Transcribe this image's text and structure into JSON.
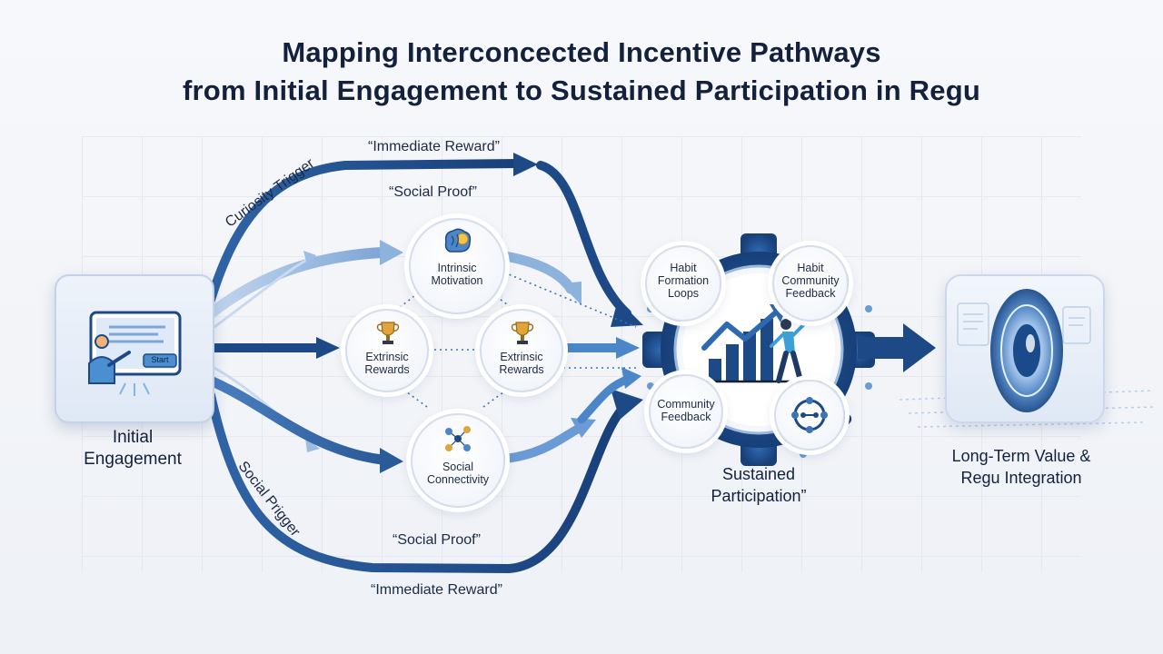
{
  "title_line1": "Mapping Interconcected Incentive Pathways",
  "title_line2": "from Initial Engagement to Sustained Participation in Regu",
  "start": {
    "label_line1": "Initial",
    "label_line2": "Engagement",
    "button_text": "Start"
  },
  "paths": {
    "top_reward": "“Immediate Reward”",
    "top_social_proof": "“Social Proof”",
    "curiosity": "Curiosity Trigger",
    "social_trigger": "Social Prigger",
    "bottom_social_proof": "“Social Proof”",
    "bottom_reward": "“Immediate Reward”"
  },
  "nodes": {
    "intrinsic": {
      "line1": "Intrinsic",
      "line2": "Motivation",
      "icon": "brain-bulb-icon"
    },
    "extrinsic_left": {
      "line1": "Extrinsic",
      "line2": "Rewards",
      "icon": "trophy-icon"
    },
    "extrinsic_right": {
      "line1": "Extrinsic",
      "line2": "Rewards",
      "icon": "trophy-icon"
    },
    "social": {
      "line1": "Social",
      "line2": "Connectivity",
      "icon": "network-people-icon"
    }
  },
  "gear": {
    "tl_line1": "Habit",
    "tl_line2": "Formation",
    "tl_line3": "Loops",
    "tr_line1": "Habit",
    "tr_line2": "Community",
    "tr_line3": "Feedback",
    "bl_line1": "Community",
    "bl_line2": "Feedback",
    "label_line1": "Sustained",
    "label_line2": "Participation”"
  },
  "end": {
    "label_line1": "Long-Term Value &",
    "label_line2": "Regu Integration"
  },
  "colors": {
    "dark_blue": "#1d4a86",
    "mid_blue": "#3d74b3",
    "light_blue": "#8db2dc",
    "navy": "#13213d"
  }
}
